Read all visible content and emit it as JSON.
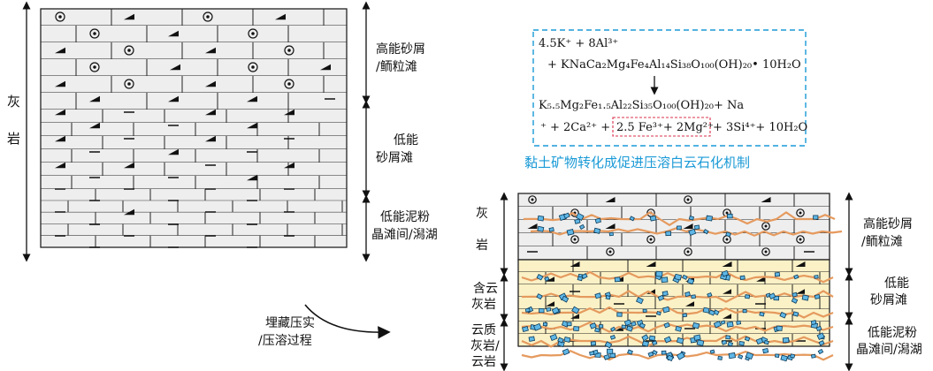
{
  "left_column": {
    "lithology": [
      "灰",
      "岩"
    ],
    "zones": [
      {
        "label": [
          "高能砂屑",
          "/鲕粒滩"
        ]
      },
      {
        "label": [
          "低能",
          "砂屑滩"
        ]
      },
      {
        "label": [
          "低能泥粉",
          "晶滩间/潟湖"
        ]
      }
    ]
  },
  "process_label": [
    "埋藏压实",
    "/压溶过程"
  ],
  "equation": {
    "line1": "4.5K⁺ + 8Al³⁺",
    "line2": "+ KNaCa₂Mg₄Fe₄Al₁₄Si₃₈O₁₀₀(OH)₂₀• 10H₂O",
    "line3": "K₅.₅Mg₂Fe₁.₅Al₂₂Si₃₅O₁₀₀(OH)₂₀+ Na",
    "line4a": "⁺ + 2Ca²⁺ +",
    "line4_highlight": "2.5 Fe³⁺+ 2Mg²⁺",
    "line4b": "+ 3Si⁴⁺+ 10H₂O",
    "caption": "黏土矿物转化成促进压溶白云石化机制"
  },
  "right_column": {
    "lithology": [
      {
        "label": [
          "灰",
          "岩"
        ]
      },
      {
        "label": [
          "含云",
          "灰岩"
        ]
      },
      {
        "label": [
          "云质",
          "灰岩/",
          "云岩"
        ]
      }
    ],
    "zones": [
      {
        "label": [
          "高能砂屑",
          "/鲕粒滩"
        ]
      },
      {
        "label": [
          "低能",
          "砂屑滩"
        ]
      },
      {
        "label": [
          "低能泥粉",
          "晶滩间/潟湖"
        ]
      }
    ]
  },
  "colors": {
    "rock_fill": "#eeeeee",
    "rock_line": "#222222",
    "dolomite_fill": "#fbf1c6",
    "stylolite": "#e59a5e",
    "crystal": "#5fb7e6",
    "equation_border": "#1a9ad6",
    "highlight_border": "#d9304a",
    "caption": "#1a9ad6"
  }
}
